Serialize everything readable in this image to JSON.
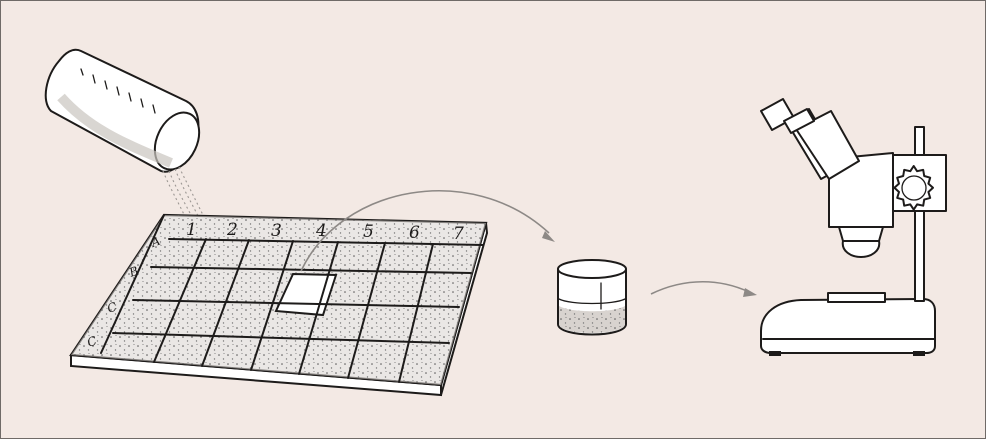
{
  "grid": {
    "column_labels": [
      "1",
      "2",
      "3",
      "4",
      "5",
      "6",
      "7"
    ],
    "row_labels": [
      "A",
      "B",
      "C",
      "C"
    ],
    "empty_cell": "column 4, row B"
  },
  "colors": {
    "background": "#f3e9e4",
    "frame_border": "#6f6a67",
    "ink": "#1d1b1a",
    "arrow": "#8d8986",
    "sediment": "#c9c4bf"
  },
  "icons": [
    "pouring-beaker-icon",
    "sample-tray-icon",
    "sample-dish-icon",
    "stereo-microscope-icon"
  ]
}
